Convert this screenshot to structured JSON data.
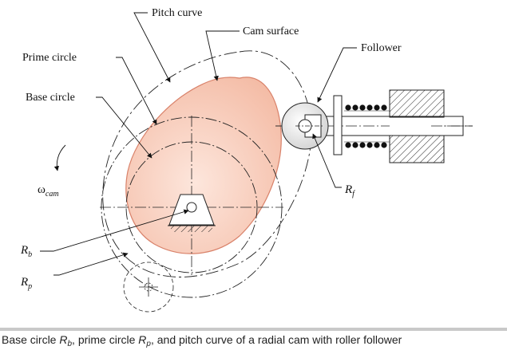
{
  "labels": {
    "pitch_curve": "Pitch curve",
    "cam_surface": "Cam surface",
    "follower": "Follower",
    "prime_circle": "Prime circle",
    "base_circle": "Base circle",
    "omega": "ω",
    "omega_sub": "cam",
    "rb": "R",
    "rb_sub": "b",
    "rp": "R",
    "rp_sub": "p",
    "rf": "R",
    "rf_sub": "f"
  },
  "caption": {
    "part1": "Base circle ",
    "rb": "R",
    "rb_sub": "b",
    "part2": ", prime circle ",
    "rp": "R",
    "rp_sub": "p",
    "part3": ", and pitch curve of a radial cam with roller follower"
  },
  "colors": {
    "cam_fill": "#f6c8b6",
    "cam_stroke": "#d9826a",
    "line": "#222222"
  }
}
